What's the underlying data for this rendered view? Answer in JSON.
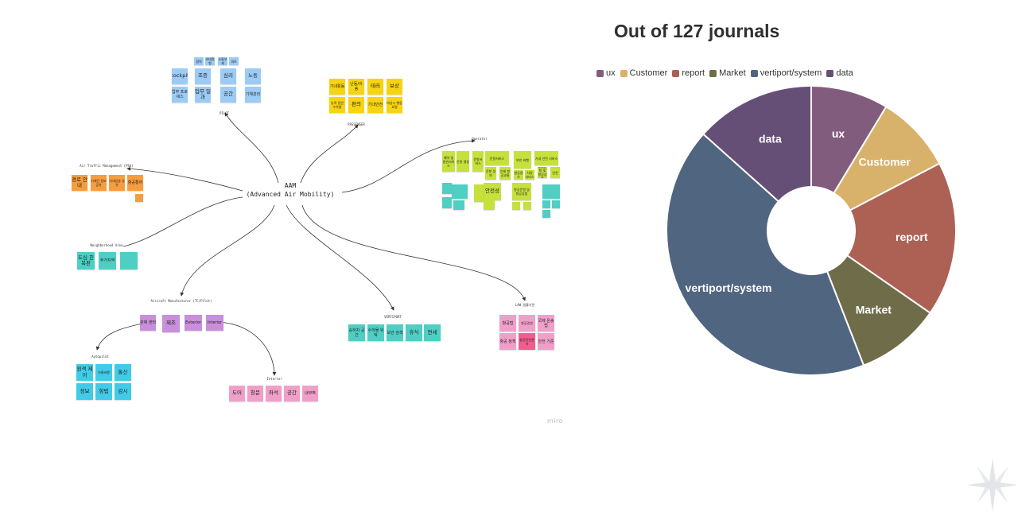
{
  "mindmap": {
    "center": "AAM\n(Advanced Air Mobility)",
    "brand": "miro",
    "clusters": [
      {
        "key": "pilot",
        "label": "PILOT",
        "notes": [
          "협력",
          "비대면형",
          "소통부재",
          "피로",
          "cockpit",
          "조종",
          "심리",
          "노동",
          "업무 프로세스",
          "업무 일과",
          "공간",
          "기체관리"
        ]
      },
      {
        "key": "passenger",
        "label": "PASSENGER",
        "notes": [
          "기내활동",
          "난동/이송",
          "테러",
          "보상",
          "승객 동반 수하물",
          "편의",
          "기내안전",
          "비상시 행동요령"
        ]
      },
      {
        "key": "operator",
        "label": "Operator",
        "notes": [
          "예약 및 발권서비스",
          "운항 결정",
          "운항서비스",
          "기내 안전 서비스",
          "보안 비행",
          "항공원가",
          "운항 정보",
          "인재 항공교통",
          "차량 서비스",
          "안전성",
          "항공운항 및 항공상품",
          "안전"
        ]
      },
      {
        "key": "atc",
        "label": "Air Traffic Management (PSU)",
        "notes": [
          "경로 안내",
          "기체간 정보 공유",
          "기내방송 공유",
          "항공통어"
        ]
      },
      {
        "key": "neighborhood",
        "label": "Neighborhood Area",
        "notes": [
          "도심 친복판",
          "주거지역"
        ]
      },
      {
        "key": "manufacturer",
        "label": "Aircraft Manufacturer (TC/Pilot)",
        "notes": [
          "관제 센터",
          "제조",
          "Exterior",
          "Interior"
        ]
      },
      {
        "key": "autopilot",
        "label": "Autopilot",
        "notes": [
          "원격 제어",
          "자율비행",
          "통신",
          "정보",
          "항법",
          "감시"
        ]
      },
      {
        "key": "interior",
        "label": "Interior",
        "notes": [
          "도어",
          "창문",
          "좌석",
          "공간",
          "내부벽"
        ]
      },
      {
        "key": "vertiport",
        "label": "VERTIPORT",
        "notes": [
          "승하차 공간",
          "수하물 위탁",
          "보안 검색",
          "휴식",
          "면세"
        ]
      },
      {
        "key": "law",
        "label": "LAW 법률기관",
        "notes": [
          "항공법",
          "항공경영",
          "국제 운송법",
          "항공 정책",
          "항공안전관리",
          "안전 기준"
        ]
      }
    ]
  },
  "chart_data": {
    "type": "pie",
    "donut": true,
    "title": "Out of 127 journals",
    "legend_position": "top",
    "series": [
      {
        "name": "ux",
        "value": 11,
        "color": "#825c7c"
      },
      {
        "name": "Customer",
        "value": 11,
        "color": "#d8b16a"
      },
      {
        "name": "report",
        "value": 22,
        "color": "#ad6155"
      },
      {
        "name": "Market",
        "value": 12,
        "color": "#6f6d49"
      },
      {
        "name": "vertiport/system",
        "value": 54,
        "color": "#506580"
      },
      {
        "name": "data",
        "value": 17,
        "color": "#654f77"
      }
    ]
  }
}
